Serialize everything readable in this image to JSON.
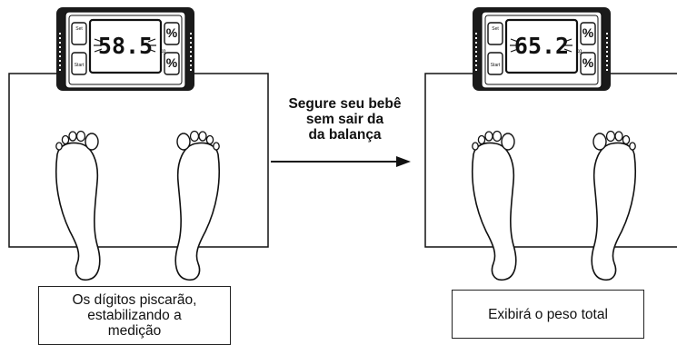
{
  "left_scale": {
    "reading": "58.5",
    "unit": "kg",
    "buttons": {
      "top_left": "Set",
      "bottom_left": "Start",
      "top_right": "%",
      "bottom_right": "%"
    }
  },
  "right_scale": {
    "reading": "65.2",
    "unit": "kg",
    "buttons": {
      "top_left": "Set",
      "bottom_left": "Start",
      "top_right": "%",
      "bottom_right": "%"
    }
  },
  "instruction": {
    "line1": "Segure seu bebê",
    "line2": "sem sair da",
    "line3": "da balança"
  },
  "captions": {
    "left": {
      "line1": "Os dígitos piscarão,",
      "line2": "estabilizando a",
      "line3": "medição"
    },
    "right": {
      "text": "Exibirá o peso total"
    }
  }
}
